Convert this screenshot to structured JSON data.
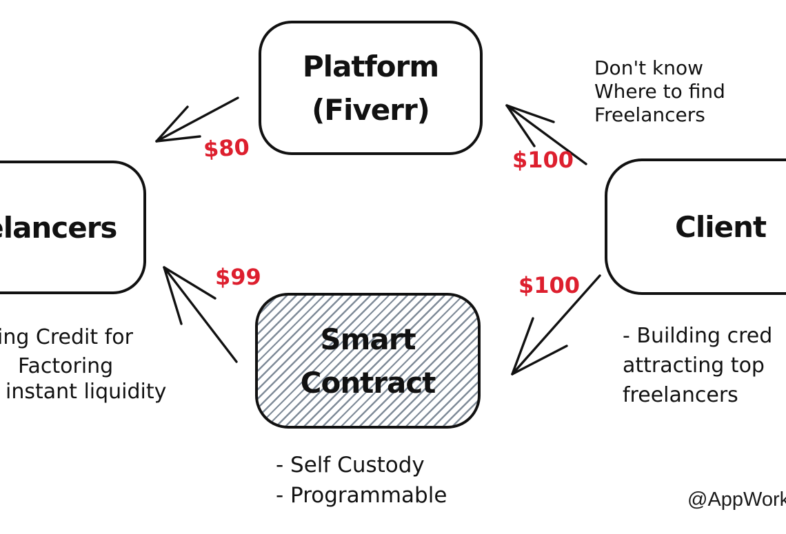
{
  "nodes": {
    "platform": {
      "label": "Platform\n(Fiverr)"
    },
    "freelancers": {
      "label": "Freelancers"
    },
    "client": {
      "label": "Client"
    },
    "smart_contract": {
      "label": "Smart\nContract"
    }
  },
  "edge_labels": {
    "platform_to_freelancers": "$80",
    "client_to_platform": "$100",
    "smart_contract_to_freelancers": "$99",
    "client_to_smart_contract": "$100"
  },
  "annotations": {
    "client_problem": "Don't know\nWhere to find\nFreelancers",
    "freelancer_benefit": [
      "ing Credit for",
      "Factoring",
      "instant liquidity"
    ],
    "client_benefit": "- Building cred\nattracting top\nfreelancers",
    "smart_contract_features": "- Self Custody\n- Programmable",
    "watermark": "@AppWork"
  },
  "colors": {
    "ink": "#111111",
    "accent_red": "#dd1f2e",
    "hatch": "#7f8b98"
  }
}
